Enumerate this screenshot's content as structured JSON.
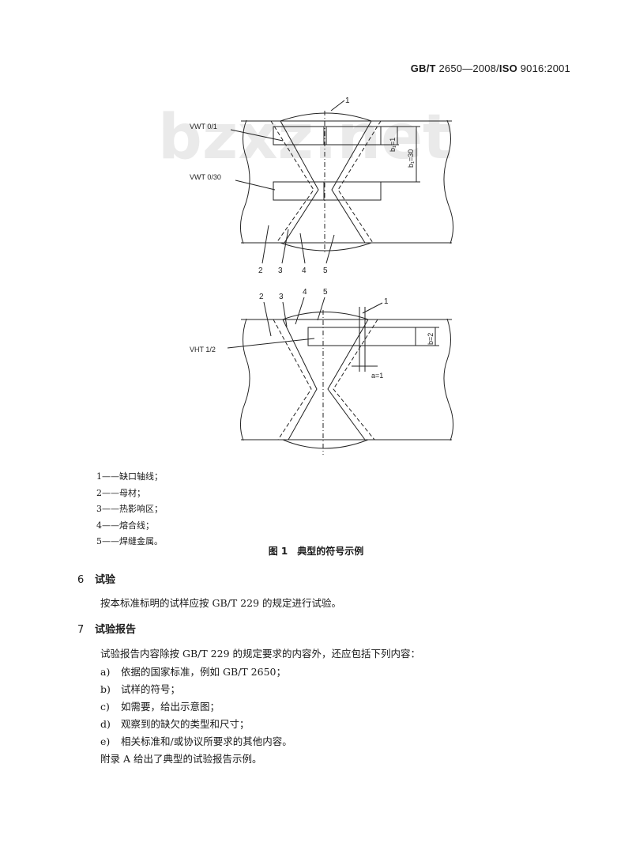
{
  "header": {
    "code_bold_1": "GB/T",
    "code_1": " 2650—2008/",
    "code_bold_2": "ISO",
    "code_2": " 9016:2001"
  },
  "watermark": "bzxz.net",
  "figure_top": {
    "labels": {
      "vwt01": "VWT 0/1",
      "vwt030": "VWT 0/30",
      "b1": "b₁=1",
      "b30": "b₁=30"
    },
    "numbers": [
      "1",
      "2",
      "3",
      "4",
      "5"
    ]
  },
  "figure_bottom": {
    "labels": {
      "vht12": "VHT 1/2",
      "a1": "a=1",
      "b2": "b=2"
    },
    "numbers": [
      "2",
      "3",
      "4",
      "5",
      "1"
    ]
  },
  "legend": [
    "1——缺口轴线；",
    "2——母材；",
    "3——热影响区；",
    "4——熔合线；",
    "5——焊缝金属。"
  ],
  "caption": "图 1　典型的符号示例",
  "section6": {
    "number": "6",
    "title": "试验",
    "text": "按本标准标明的试样应按 GB/T 229 的规定进行试验。"
  },
  "section7": {
    "number": "7",
    "title": "试验报告",
    "intro": "试验报告内容除按 GB/T 229 的规定要求的内容外，还应包括下列内容：",
    "items": [
      {
        "mark": "a)",
        "text": "依据的国家标准，例如 GB/T 2650；"
      },
      {
        "mark": "b)",
        "text": "试样的符号；"
      },
      {
        "mark": "c)",
        "text": "如需要，给出示意图；"
      },
      {
        "mark": "d)",
        "text": "观察到的缺欠的类型和尺寸；"
      },
      {
        "mark": "e)",
        "text": "相关标准和/或协议所要求的其他内容。"
      }
    ],
    "closing": "附录 A 给出了典型的试验报告示例。"
  }
}
